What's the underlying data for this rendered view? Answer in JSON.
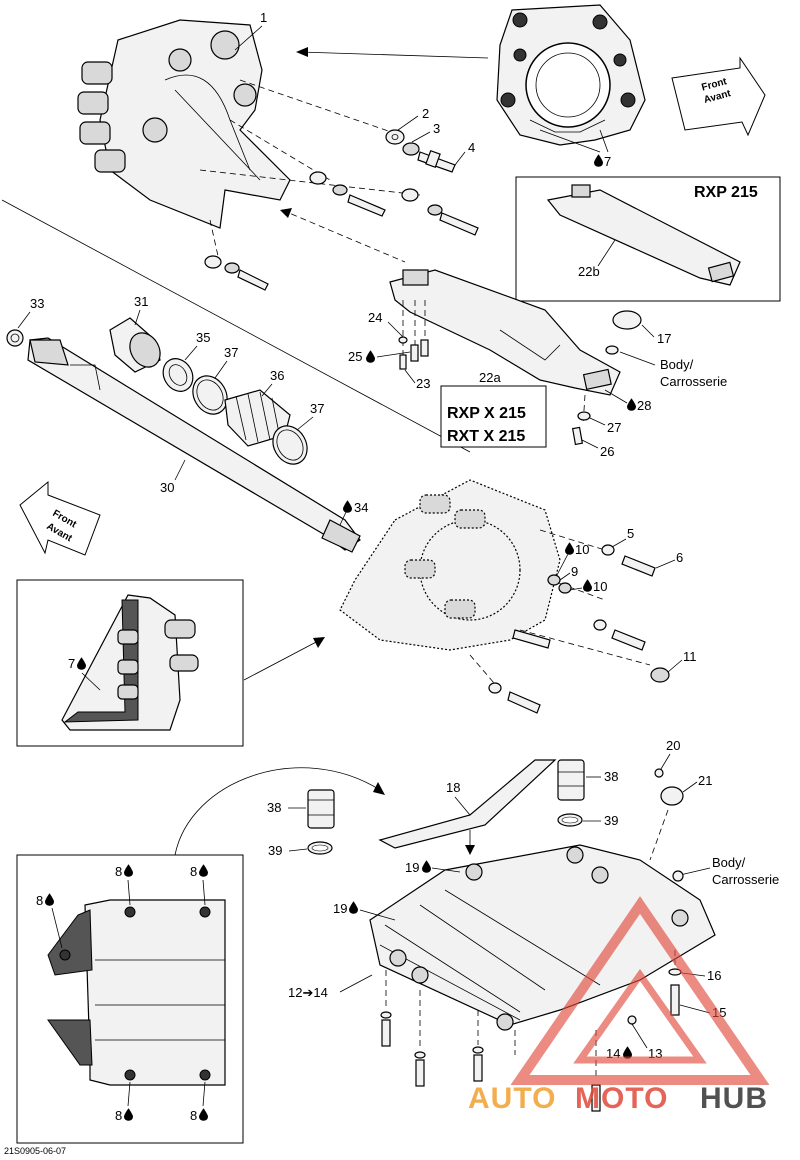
{
  "diagram": {
    "callouts": [
      {
        "id": "c1",
        "text": "1"
      },
      {
        "id": "c2",
        "text": "2"
      },
      {
        "id": "c3",
        "text": "3"
      },
      {
        "id": "c4",
        "text": "4"
      },
      {
        "id": "c5",
        "text": "5"
      },
      {
        "id": "c6",
        "text": "6"
      },
      {
        "id": "c7a",
        "text": "7"
      },
      {
        "id": "c7b",
        "text": "7"
      },
      {
        "id": "c8a",
        "text": "8"
      },
      {
        "id": "c8b",
        "text": "8"
      },
      {
        "id": "c8c",
        "text": "8"
      },
      {
        "id": "c8d",
        "text": "8"
      },
      {
        "id": "c8e",
        "text": "8"
      },
      {
        "id": "c9",
        "text": "9"
      },
      {
        "id": "c10a",
        "text": "10"
      },
      {
        "id": "c10b",
        "text": "10"
      },
      {
        "id": "c11",
        "text": "11"
      },
      {
        "id": "c12",
        "text": "12➔14"
      },
      {
        "id": "c13",
        "text": "13"
      },
      {
        "id": "c14",
        "text": "14"
      },
      {
        "id": "c15",
        "text": "15"
      },
      {
        "id": "c16",
        "text": "16"
      },
      {
        "id": "c17",
        "text": "17"
      },
      {
        "id": "c18",
        "text": "18"
      },
      {
        "id": "c19a",
        "text": "19"
      },
      {
        "id": "c19b",
        "text": "19"
      },
      {
        "id": "c20",
        "text": "20"
      },
      {
        "id": "c21",
        "text": "21"
      },
      {
        "id": "c22b",
        "text": "22b"
      },
      {
        "id": "c22a",
        "text": "22a"
      },
      {
        "id": "c23",
        "text": "23"
      },
      {
        "id": "c24",
        "text": "24"
      },
      {
        "id": "c25",
        "text": "25"
      },
      {
        "id": "c26",
        "text": "26"
      },
      {
        "id": "c27",
        "text": "27"
      },
      {
        "id": "c28",
        "text": "28"
      },
      {
        "id": "c30",
        "text": "30"
      },
      {
        "id": "c31",
        "text": "31"
      },
      {
        "id": "c33",
        "text": "33"
      },
      {
        "id": "c34",
        "text": "34"
      },
      {
        "id": "c35",
        "text": "35"
      },
      {
        "id": "c36",
        "text": "36"
      },
      {
        "id": "c37a",
        "text": "37"
      },
      {
        "id": "c37b",
        "text": "37"
      },
      {
        "id": "c38a",
        "text": "38"
      },
      {
        "id": "c38b",
        "text": "38"
      },
      {
        "id": "c39a",
        "text": "39"
      },
      {
        "id": "c39b",
        "text": "39"
      }
    ],
    "body_label_1": {
      "line1": "Body/",
      "line2": "Carrosserie"
    },
    "body_label_2": {
      "line1": "Body/",
      "line2": "Carrosserie"
    },
    "rxp_box_title": "RXP 215",
    "rxpx_box": {
      "line1": "RXP X 215",
      "line2": "RXT X 215"
    },
    "front_arrow_1": {
      "line1": "Front",
      "line2": "Avant"
    },
    "front_arrow_2": {
      "line1": "Front",
      "line2": "Avant"
    },
    "figure_code": "21S0905-06-07",
    "watermark": {
      "part1": "AUTO",
      "part2": "MOTO",
      "part3": "HUB"
    }
  },
  "colors": {
    "watermark_red": "#e04a3a",
    "watermark_orange": "#f0a030",
    "watermark_dark": "#333333"
  }
}
